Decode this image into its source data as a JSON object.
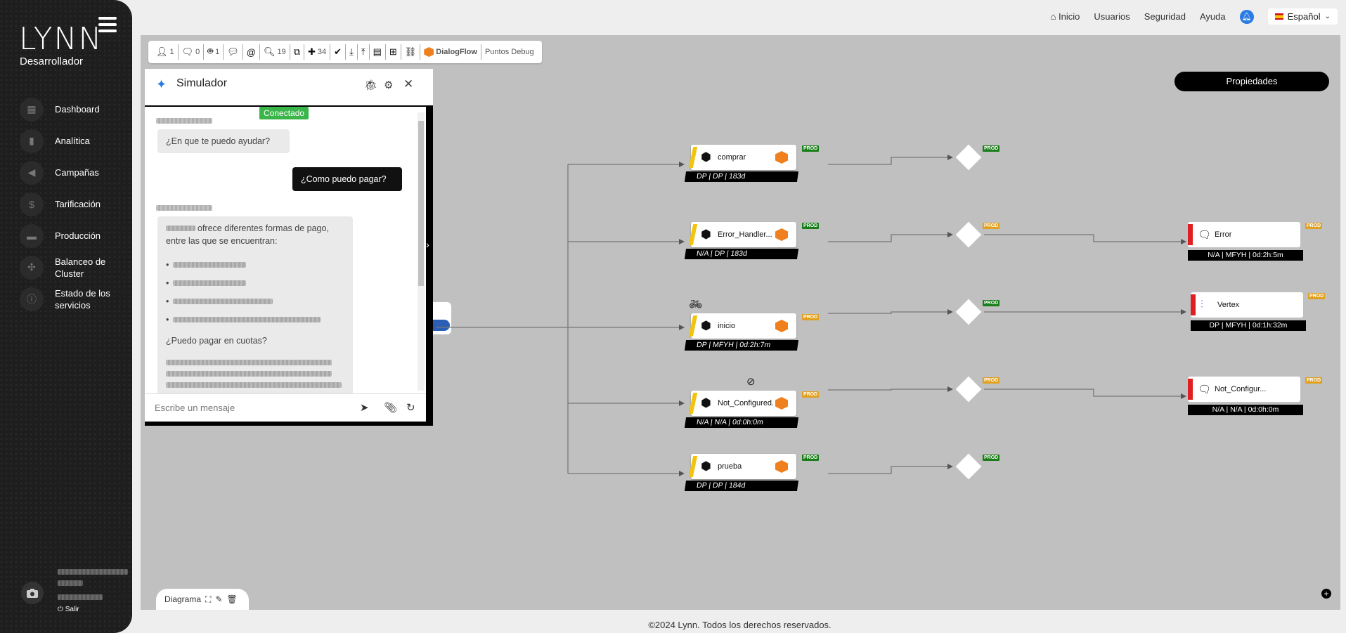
{
  "app": {
    "logo": "LYNN",
    "role": "Desarrollador"
  },
  "sidebar": {
    "items": [
      {
        "label": "Dashboard",
        "icon": "dashboard-icon",
        "glyph": "▦"
      },
      {
        "label": "Analítica",
        "icon": "bar-chart-icon",
        "glyph": "▮"
      },
      {
        "label": "Campañas",
        "icon": "megaphone-icon",
        "glyph": "◀"
      },
      {
        "label": "Tarificación",
        "icon": "dollar-icon",
        "glyph": "$"
      },
      {
        "label": "Producción",
        "icon": "briefcase-icon",
        "glyph": "▬"
      },
      {
        "label": "Balanceo de Cluster",
        "icon": "cluster-icon",
        "glyph": "✣"
      },
      {
        "label": "Estado de los servicios",
        "icon": "info-icon",
        "glyph": "ⓘ"
      }
    ],
    "logout": "Salir"
  },
  "topnav": {
    "home": "Inicio",
    "users": "Usuarios",
    "security": "Seguridad",
    "help": "Ayuda",
    "language": "Español"
  },
  "toolbar": {
    "users": "1",
    "messages": "0",
    "bots": "1",
    "mentions_search": "19",
    "plugins": "34",
    "engine": "DialogFlow",
    "debug": "Puntos Debug"
  },
  "properties_button": "Propiedades",
  "simulator": {
    "title": "Simulador",
    "status": "Conectado",
    "bot_greeting": "¿En que te puedo ayudar?",
    "user_message": "¿Como puedo pagar?",
    "bot_reply_line1": "ofrece diferentes formas de pago,",
    "bot_reply_line2": "entre las que se encuentran:",
    "bot_reply_question": "¿Puedo pagar en cuotas?",
    "input_placeholder": "Escribe un mensaje"
  },
  "flow_nodes": [
    {
      "name": "comprar",
      "info": "DP | DP | 183d",
      "badge": "PROD",
      "badge_color": "#1a7d1a",
      "diamond_badge": "PROD",
      "diamond_badge_color": "#1a7d1a"
    },
    {
      "name": "Error_Handler...",
      "info": "N/A | DP | 183d",
      "badge": "PROD",
      "badge_color": "#1a7d1a",
      "diamond_badge": "PROD",
      "diamond_badge_color": "#e0a020"
    },
    {
      "name": "inicio",
      "info": "DP | MFYH | 0d:2h:7m",
      "badge": "PROD",
      "badge_color": "#e0a020",
      "diamond_badge": "PROD",
      "diamond_badge_color": "#1a7d1a"
    },
    {
      "name": "Not_Configured...",
      "info": "N/A | N/A | 0d:0h:0m",
      "badge": "PROD",
      "badge_color": "#e0a020",
      "diamond_badge": "PROD",
      "diamond_badge_color": "#e0a020"
    },
    {
      "name": "prueba",
      "info": "DP | DP | 184d",
      "badge": "PROD",
      "badge_color": "#1a7d1a",
      "diamond_badge": "PROD",
      "diamond_badge_color": "#1a7d1a"
    }
  ],
  "right_nodes": [
    {
      "name": "Error",
      "info": "N/A | MFYH | 0d:2h:5m",
      "badge": "PROD",
      "icon": "chat-icon"
    },
    {
      "name": "Vertex",
      "info": "DP | MFYH | 0d:1h:32m",
      "badge": "PROD",
      "icon": "vertex-icon"
    },
    {
      "name": "Not_Configur...",
      "info": "N/A | N/A | 0d:0h:0m",
      "badge": "PROD",
      "icon": "chat-icon"
    }
  ],
  "diagram_tab": "Diagrama",
  "footer": "©2024 Lynn. Todos los derechos reservados."
}
